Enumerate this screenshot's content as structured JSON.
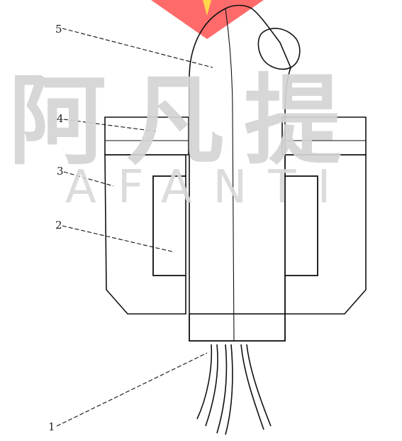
{
  "watermark": {
    "chinese": "阿凡提",
    "latin": "AFANTI",
    "logo_color": "#ff6b6b",
    "logo_accent_color": "#ffd84a"
  },
  "callouts": [
    {
      "id": "1",
      "label": "1"
    },
    {
      "id": "2",
      "label": "2"
    },
    {
      "id": "3",
      "label": "3"
    },
    {
      "id": "4",
      "label": "4"
    },
    {
      "id": "5",
      "label": "5"
    }
  ],
  "colors": {
    "line": "#111111",
    "background": "#ffffff",
    "watermark": "#d4d4d4"
  }
}
